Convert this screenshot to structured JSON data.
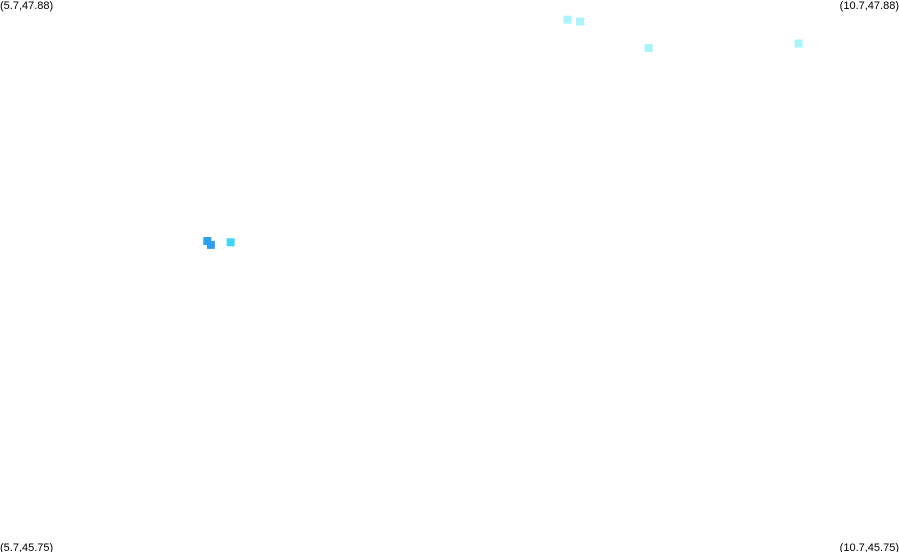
{
  "map": {
    "bounds": {
      "lon_min": 5.7,
      "lon_max": 10.7,
      "lat_min": 45.75,
      "lat_max": 47.88
    },
    "corner_labels": {
      "top_left": "(5.7,47.88)",
      "top_right": "(10.7,47.88)",
      "bottom_left": "(5.7,45.75)",
      "bottom_right": "(10.7,45.75)"
    },
    "colors": {
      "background": "#ffffff",
      "deep_blue": "#2b9ff0",
      "sky_blue": "#3fd6f5",
      "light_cyan": "#aaf4fb",
      "label_text": "#000000"
    },
    "features": [
      {
        "lon": 8.857,
        "lat": 47.804,
        "color": "light_cyan"
      },
      {
        "lon": 8.925,
        "lat": 47.797,
        "color": "light_cyan"
      },
      {
        "lon": 9.308,
        "lat": 47.695,
        "color": "light_cyan"
      },
      {
        "lon": 10.142,
        "lat": 47.712,
        "color": "light_cyan"
      },
      {
        "lon": 6.853,
        "lat": 46.95,
        "color": "deep_blue"
      },
      {
        "lon": 6.873,
        "lat": 46.935,
        "color": "deep_blue"
      },
      {
        "lon": 6.983,
        "lat": 46.945,
        "color": "sky_blue"
      }
    ]
  }
}
